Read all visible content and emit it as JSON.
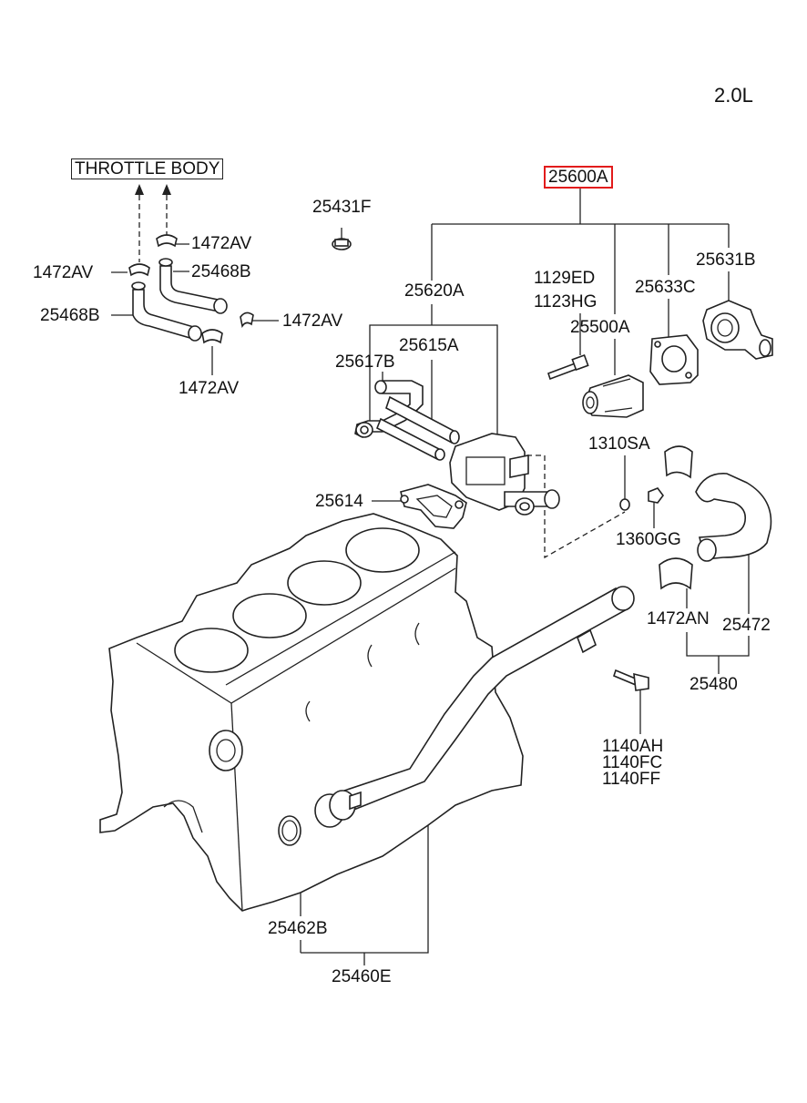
{
  "engine_tag": "2.0L",
  "throttle_body_label": "THROTTLE BODY",
  "assembly_label": "25600A",
  "highlight_color": "#e21b1b",
  "labels": {
    "p25431F": "25431F",
    "p1472AV_top": "1472AV",
    "p1472AV_left": "1472AV",
    "p25468B_upper": "25468B",
    "p25468B_lower": "25468B",
    "p1472AV_right": "1472AV",
    "p1472AV_bottom": "1472AV",
    "p25620A": "25620A",
    "p1129ED": "1129ED",
    "p1123HG": "1123HG",
    "p25633C": "25633C",
    "p25631B": "25631B",
    "p25500A": "25500A",
    "p25615A": "25615A",
    "p25617B": "25617B",
    "p1310SA": "1310SA",
    "p25614": "25614",
    "p1360GG": "1360GG",
    "p1472AN": "1472AN",
    "p25472": "25472",
    "p25480": "25480",
    "p1140AH": "1140AH",
    "p1140FC": "1140FC",
    "p1140FF": "1140FF",
    "p25462B": "25462B",
    "p25460E": "25460E"
  }
}
